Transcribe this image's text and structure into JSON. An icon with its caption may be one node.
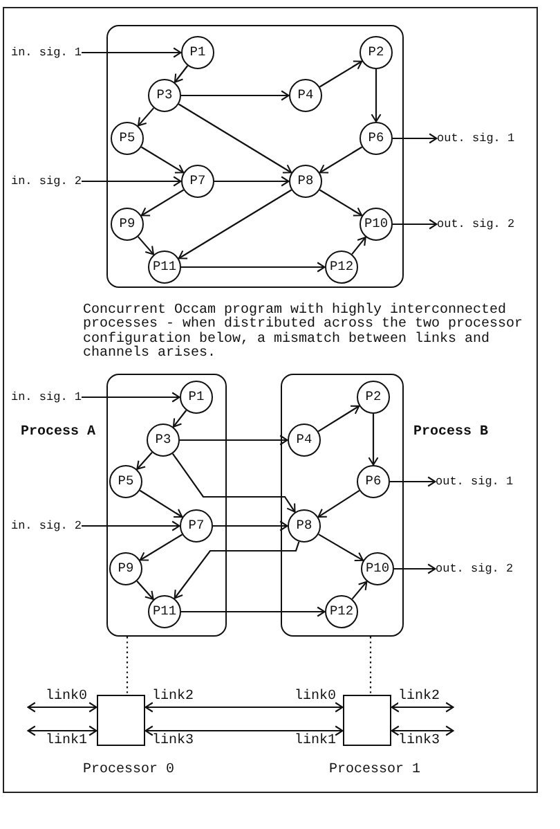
{
  "diagram": {
    "caption": "Concurrent Occam program with highly interconnected processes - when distributed across the two processor configuration below, a mismatch between links and channels arises.",
    "nodes": [
      {
        "text": [],
        "shape": "box"
      },
      {
        "text": [
          "in. sig. 1"
        ]
      },
      {
        "text": [
          "P1"
        ],
        "in": 0
      },
      {
        "text": [
          "P2"
        ],
        "in": 0
      },
      {
        "text": [
          "P3"
        ],
        "in": 0
      },
      {
        "text": [
          "P4"
        ],
        "in": 0
      },
      {
        "text": [
          "P5"
        ],
        "in": 0
      },
      {
        "text": [
          "P6"
        ],
        "in": 0
      },
      {
        "text": [
          "out. sig. 1"
        ]
      },
      {
        "text": [
          "in. sig. 2"
        ]
      },
      {
        "text": [
          "P7"
        ],
        "in": 0
      },
      {
        "text": [
          "P8"
        ],
        "in": 0
      },
      {
        "text": [
          "P9"
        ],
        "in": 0
      },
      {
        "text": [
          "P10"
        ],
        "in": 0
      },
      {
        "text": [
          "out. sig. 2"
        ]
      },
      {
        "text": [
          "P11"
        ],
        "in": 0
      },
      {
        "text": [
          "P12"
        ],
        "in": 0
      },
      {
        "text": [
          "Process A"
        ]
      },
      {
        "text": [
          "Process B"
        ]
      },
      {
        "text": [
          "in. sig. 1"
        ]
      },
      {
        "text": [
          "P1"
        ],
        "in": 17
      },
      {
        "text": [
          "P2"
        ],
        "in": 18
      },
      {
        "text": [
          "P3"
        ],
        "in": 17
      },
      {
        "text": [
          "P4"
        ],
        "in": 18
      },
      {
        "text": [
          "P5"
        ],
        "in": 17
      },
      {
        "text": [
          "P6"
        ],
        "in": 18
      },
      {
        "text": [
          "out. sig. 1"
        ]
      },
      {
        "text": [
          "in. sig. 2"
        ]
      },
      {
        "text": [
          "P7"
        ],
        "in": 17
      },
      {
        "text": [
          "P8"
        ],
        "in": 18
      },
      {
        "text": [
          "P9"
        ],
        "in": 17
      },
      {
        "text": [
          "P10"
        ],
        "in": 18
      },
      {
        "text": [
          "out. sig. 2"
        ]
      },
      {
        "text": [
          "P11"
        ],
        "in": 17
      },
      {
        "text": [
          "P12"
        ],
        "in": 18
      },
      {
        "text": [
          "Processor 0"
        ]
      },
      {
        "text": [
          "Processor 1"
        ]
      }
    ],
    "edges": [
      {
        "from": 1,
        "to": 2,
        "arrow": "to"
      },
      {
        "from": 2,
        "to": 4,
        "arrow": "to"
      },
      {
        "from": 4,
        "to": 5,
        "arrow": "to"
      },
      {
        "from": 5,
        "to": 3,
        "arrow": "to"
      },
      {
        "from": 3,
        "to": 7,
        "arrow": "to"
      },
      {
        "from": 7,
        "to": 8,
        "arrow": "to"
      },
      {
        "from": 4,
        "to": 6,
        "arrow": "to"
      },
      {
        "from": 4,
        "to": 11,
        "arrow": "to"
      },
      {
        "from": 6,
        "to": 10,
        "arrow": "to"
      },
      {
        "from": 9,
        "to": 10,
        "arrow": "to"
      },
      {
        "from": 10,
        "to": 11,
        "arrow": "to"
      },
      {
        "from": 7,
        "to": 11,
        "arrow": "to"
      },
      {
        "from": 10,
        "to": 12,
        "arrow": "to"
      },
      {
        "from": 11,
        "to": 13,
        "arrow": "to"
      },
      {
        "from": 11,
        "to": 15,
        "arrow": "to"
      },
      {
        "from": 13,
        "to": 14,
        "arrow": "to"
      },
      {
        "from": 12,
        "to": 15,
        "arrow": "to"
      },
      {
        "from": 15,
        "to": 16,
        "arrow": "to"
      },
      {
        "from": 16,
        "to": 13,
        "arrow": "to"
      },
      {
        "from": 19,
        "to": 20,
        "arrow": "to"
      },
      {
        "from": 20,
        "to": 22,
        "arrow": "to"
      },
      {
        "from": 22,
        "to": 23,
        "arrow": "to"
      },
      {
        "from": 23,
        "to": 21,
        "arrow": "to"
      },
      {
        "from": 21,
        "to": 25,
        "arrow": "to"
      },
      {
        "from": 25,
        "to": 26,
        "arrow": "to"
      },
      {
        "from": 22,
        "to": 24,
        "arrow": "to"
      },
      {
        "from": 22,
        "to": 29,
        "arrow": "to"
      },
      {
        "from": 24,
        "to": 28,
        "arrow": "to"
      },
      {
        "from": 27,
        "to": 28,
        "arrow": "to"
      },
      {
        "from": 28,
        "to": 29,
        "arrow": "to"
      },
      {
        "from": 25,
        "to": 29,
        "arrow": "to"
      },
      {
        "from": 28,
        "to": 30,
        "arrow": "to"
      },
      {
        "from": 29,
        "to": 31,
        "arrow": "to"
      },
      {
        "from": 29,
        "to": 33,
        "arrow": "to"
      },
      {
        "from": 31,
        "to": 32,
        "arrow": "to"
      },
      {
        "from": 30,
        "to": 33,
        "arrow": "to"
      },
      {
        "from": 33,
        "to": 34,
        "arrow": "to"
      },
      {
        "from": 34,
        "to": 31,
        "arrow": "to"
      },
      {
        "from": 17,
        "to": 35,
        "arrow": "none",
        "style": "dashed"
      },
      {
        "from": 18,
        "to": 36,
        "arrow": "none",
        "style": "dashed"
      },
      {
        "from": null,
        "to": 35,
        "arrow": "both",
        "label": "link0"
      },
      {
        "from": null,
        "to": 35,
        "arrow": "both",
        "label": "link1"
      },
      {
        "from": 35,
        "to": 36,
        "arrow": "both"
      },
      {
        "from": 35,
        "to": 36,
        "arrow": "both"
      },
      {
        "from": 36,
        "to": null,
        "arrow": "both",
        "label": "link2"
      },
      {
        "from": 36,
        "to": null,
        "arrow": "both",
        "label": "link3"
      }
    ],
    "labels": [
      "link2",
      "link0",
      "link3",
      "link1"
    ]
  }
}
